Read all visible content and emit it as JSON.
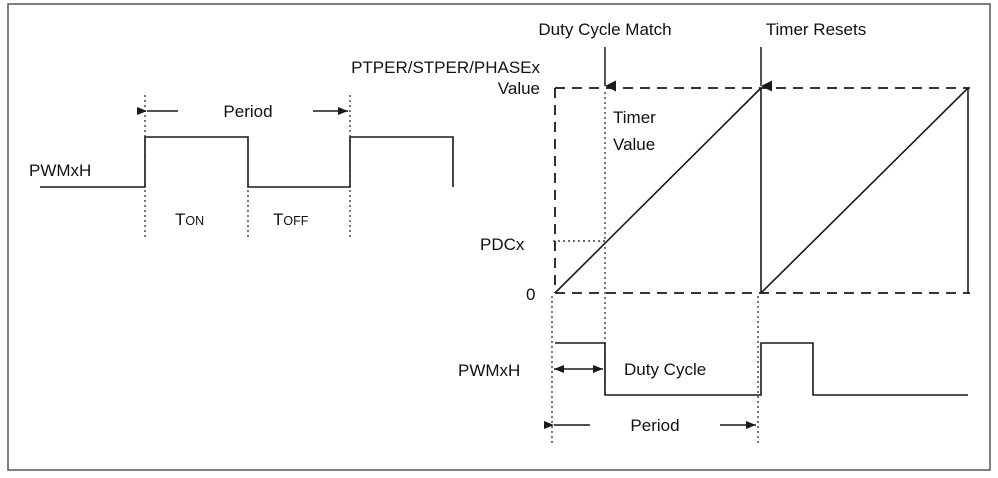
{
  "left_diagram": {
    "signal_label": "PWMxH",
    "period_label": "Period",
    "ton": {
      "first": "T",
      "rest": "ON"
    },
    "toff": {
      "first": "T",
      "rest": "OFF"
    }
  },
  "right_diagram": {
    "duty_cycle_match_label": "Duty Cycle Match",
    "timer_resets_label": "Timer Resets",
    "register_label_line1": "PTPER/STPER/PHASEx",
    "register_label_line2": "Value",
    "timer_value_line1": "Timer",
    "timer_value_line2": "Value",
    "pdcx_label": "PDCx",
    "zero_label": "0",
    "signal_label": "PWMxH",
    "duty_cycle_label": "Duty Cycle",
    "period_label": "Period"
  },
  "colors": {
    "line": "#1a1a1a",
    "frame": "#555555"
  }
}
